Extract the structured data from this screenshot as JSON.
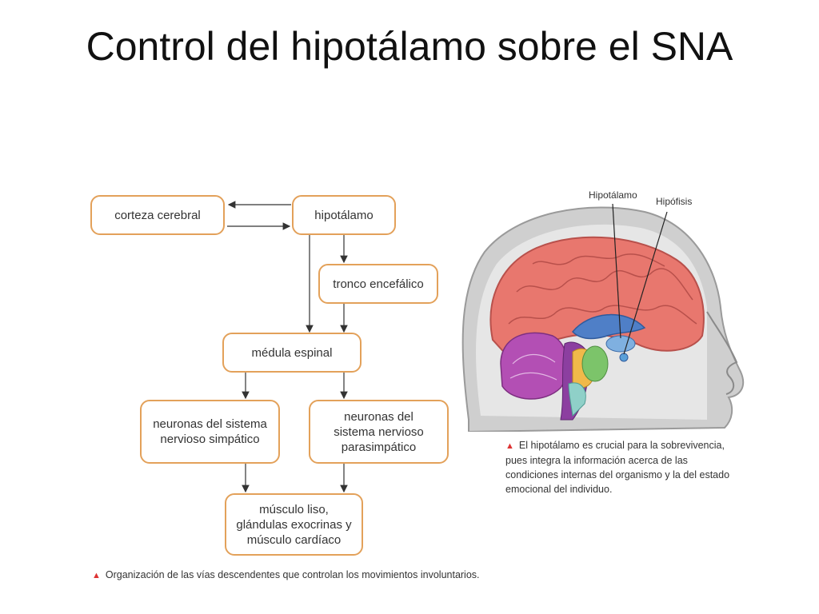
{
  "slide": {
    "title": "Control del hipotálamo sobre el SNA"
  },
  "flowchart": {
    "nodes": {
      "corteza": "corteza cerebral",
      "hipotalamo": "hipotálamo",
      "tronco": "tronco encefálico",
      "medula": "médula espinal",
      "simpatico": "neuronas del sistema\nnervioso simpático",
      "parasimpatico": "neuronas del\nsistema nervioso\nparasimpático",
      "musculo": "músculo liso,\nglándulas exocrinas y\nmúsculo cardíaco"
    },
    "caption": "Organización de las vías descendentes que controlan los movimientos involuntarios.",
    "accent_color": "#e3a15a"
  },
  "brain_figure": {
    "labels": {
      "hipotalamo": "Hipotálamo",
      "hipofisis": "Hipófisis"
    },
    "caption": "El hipotálamo es crucial para la sobrevivencia, pues integra la información acerca de las condiciones internas del organismo y la del estado emocional del individuo.",
    "caption_marker_color": "#d33333"
  }
}
